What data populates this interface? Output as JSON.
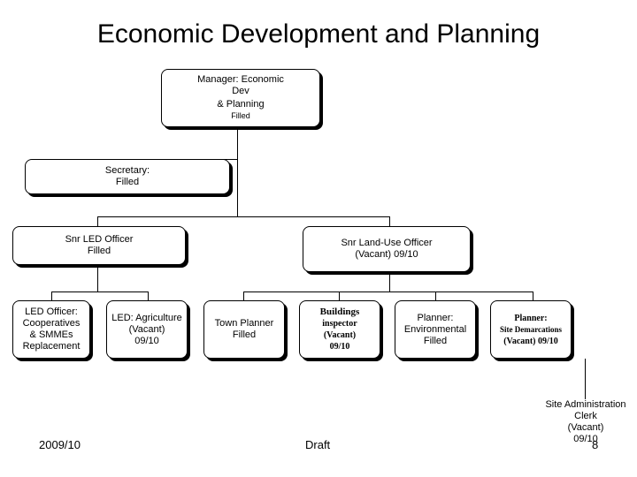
{
  "title": "Economic Development and Planning",
  "manager": {
    "line1": "Manager: Economic",
    "line2": "Dev",
    "line3": "& Planning",
    "status": "Filled"
  },
  "secretary": {
    "line1": "Secretary:",
    "line2": "Filled"
  },
  "snr_led": {
    "line1": "Snr LED Officer",
    "line2": "Filled"
  },
  "snr_landuse": {
    "line1": "Snr Land-Use Officer",
    "line2": "(Vacant) 09/10"
  },
  "led_officer": {
    "line1": "LED Officer:",
    "line2": "Cooperatives",
    "line3": "& SMMEs",
    "line4": "Replacement"
  },
  "led_agri": {
    "line1": "LED: Agriculture",
    "line2": "(Vacant)",
    "line3": "09/10"
  },
  "town_planner": {
    "line1": "Town Planner",
    "line2": "Filled"
  },
  "buildings_inspector": {
    "line1": "Buildings",
    "line2": "inspector",
    "line3": "(Vacant)",
    "line4": "09/10"
  },
  "planner_env": {
    "line1": "Planner:",
    "line2": "Environmental",
    "line3": "Filled"
  },
  "planner_site": {
    "line1": "Planner:",
    "line2": "Site Demarcations",
    "line3": "(Vacant) 09/10"
  },
  "site_admin": {
    "line1": "Site Administration",
    "line2": "Clerk",
    "line3": "(Vacant)",
    "line4": "09/10"
  },
  "footer": {
    "year": "2009/10",
    "draft": "Draft",
    "page": "8"
  }
}
